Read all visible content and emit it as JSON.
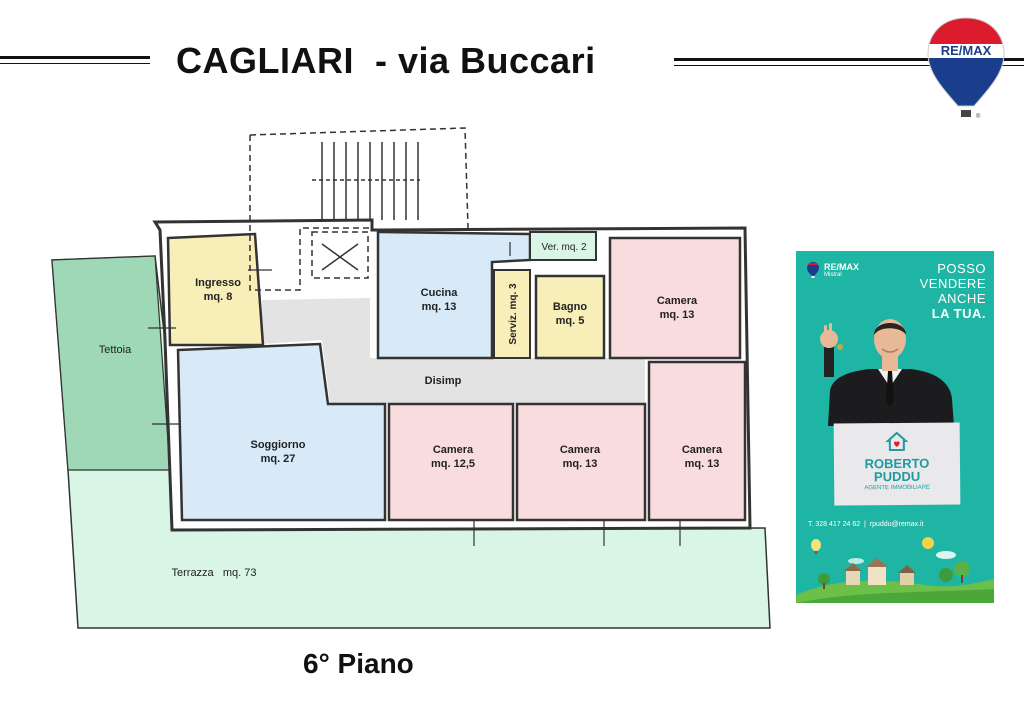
{
  "header": {
    "title": "CAGLIARI  - via Buccari"
  },
  "logo": {
    "brand": "RE/MAX",
    "icon": "hot-air-balloon-icon",
    "colors": {
      "red": "#dc1c2e",
      "blue": "#1a3e8c",
      "white": "#ffffff"
    }
  },
  "floor_label": "6° Piano",
  "rooms": {
    "tettoia": "Tettoia",
    "ingresso": [
      "Ingresso",
      "mq. 8"
    ],
    "cucina": [
      "Cucina",
      "mq. 13"
    ],
    "ver": "Ver. mq. 2",
    "serviz": "Serviz. mq. 3",
    "bagno": [
      "Bagno",
      "mq. 5"
    ],
    "camera_ne": [
      "Camera",
      "mq. 13"
    ],
    "disimp": "Disimp",
    "soggiorno": [
      "Soggiorno",
      "mq. 27"
    ],
    "camera_1": [
      "Camera",
      "mq. 12,5"
    ],
    "camera_2": [
      "Camera",
      "mq. 13"
    ],
    "camera_3": [
      "Camera",
      "mq. 13"
    ],
    "terrazza": "Terrazza   mq. 73"
  },
  "colors": {
    "yellow": "#f8efb8",
    "blue": "#d8eaf8",
    "pink": "#f9dcde",
    "green_light": "#d8f5e6",
    "green_dark": "#9fd8b6",
    "gray": "#e3e3e3"
  },
  "ad": {
    "brand": "RE/MAX",
    "brand_sub": "Mistral",
    "headline": [
      "POSSO",
      "VENDERE",
      "ANCHE"
    ],
    "headline_strong": "LA TUA.",
    "agent_name": "ROBERTO\nPUDDU",
    "agent_role": "AGENTE IMMOBILIARE",
    "contact": "T. 328 417 24 62  |  rpuddu@remax.it",
    "bg_color": "#1fb5a4",
    "icons": [
      "house-heart-icon",
      "sun-icon",
      "hot-air-balloon-icon",
      "tree-icon"
    ]
  }
}
